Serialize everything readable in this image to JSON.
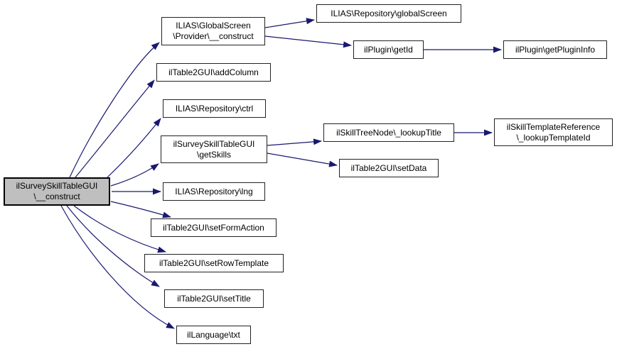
{
  "diagram": {
    "type": "call-graph",
    "colors": {
      "edge": "#191970",
      "node_border": "#222222",
      "node_fill": "#ffffff",
      "root_fill": "#bfbfbf",
      "text": "#000000",
      "background": "#ffffff"
    },
    "nodes": [
      {
        "id": "root",
        "lines": [
          "ilSurveySkillTableGUI",
          "\\__construct"
        ]
      },
      {
        "id": "provider_construct",
        "lines": [
          "ILIAS\\GlobalScreen",
          "\\Provider\\__construct"
        ]
      },
      {
        "id": "global_screen",
        "lines": [
          "ILIAS\\Repository\\globalScreen"
        ]
      },
      {
        "id": "get_id",
        "lines": [
          "ilPlugin\\getId"
        ]
      },
      {
        "id": "get_plugin_info",
        "lines": [
          "ilPlugin\\getPluginInfo"
        ]
      },
      {
        "id": "add_column",
        "lines": [
          "ilTable2GUI\\addColumn"
        ]
      },
      {
        "id": "ctrl",
        "lines": [
          "ILIAS\\Repository\\ctrl"
        ]
      },
      {
        "id": "get_skills",
        "lines": [
          "ilSurveySkillTableGUI",
          "\\getSkills"
        ]
      },
      {
        "id": "lookup_title",
        "lines": [
          "ilSkillTreeNode\\_lookupTitle"
        ]
      },
      {
        "id": "lookup_template_id",
        "lines": [
          "ilSkillTemplateReference",
          "\\_lookupTemplateId"
        ]
      },
      {
        "id": "set_data",
        "lines": [
          "ilTable2GUI\\setData"
        ]
      },
      {
        "id": "lng",
        "lines": [
          "ILIAS\\Repository\\lng"
        ]
      },
      {
        "id": "set_form_action",
        "lines": [
          "ilTable2GUI\\setFormAction"
        ]
      },
      {
        "id": "set_row_template",
        "lines": [
          "ilTable2GUI\\setRowTemplate"
        ]
      },
      {
        "id": "set_title",
        "lines": [
          "ilTable2GUI\\setTitle"
        ]
      },
      {
        "id": "txt",
        "lines": [
          "ilLanguage\\txt"
        ]
      }
    ],
    "edges": [
      {
        "from": "ilSurveySkillTableGUI\\__construct",
        "to": "ILIAS\\GlobalScreen\\Provider\\__construct"
      },
      {
        "from": "ilSurveySkillTableGUI\\__construct",
        "to": "ilTable2GUI\\addColumn"
      },
      {
        "from": "ilSurveySkillTableGUI\\__construct",
        "to": "ILIAS\\Repository\\ctrl"
      },
      {
        "from": "ilSurveySkillTableGUI\\__construct",
        "to": "ilSurveySkillTableGUI\\getSkills"
      },
      {
        "from": "ilSurveySkillTableGUI\\__construct",
        "to": "ILIAS\\Repository\\lng"
      },
      {
        "from": "ilSurveySkillTableGUI\\__construct",
        "to": "ilTable2GUI\\setFormAction"
      },
      {
        "from": "ilSurveySkillTableGUI\\__construct",
        "to": "ilTable2GUI\\setRowTemplate"
      },
      {
        "from": "ilSurveySkillTableGUI\\__construct",
        "to": "ilTable2GUI\\setTitle"
      },
      {
        "from": "ilSurveySkillTableGUI\\__construct",
        "to": "ilLanguage\\txt"
      },
      {
        "from": "ILIAS\\GlobalScreen\\Provider\\__construct",
        "to": "ILIAS\\Repository\\globalScreen"
      },
      {
        "from": "ILIAS\\GlobalScreen\\Provider\\__construct",
        "to": "ilPlugin\\getId"
      },
      {
        "from": "ilPlugin\\getId",
        "to": "ilPlugin\\getPluginInfo"
      },
      {
        "from": "ilSurveySkillTableGUI\\getSkills",
        "to": "ilSkillTreeNode\\_lookupTitle"
      },
      {
        "from": "ilSurveySkillTableGUI\\getSkills",
        "to": "ilTable2GUI\\setData"
      },
      {
        "from": "ilSkillTreeNode\\_lookupTitle",
        "to": "ilSkillTemplateReference\\_lookupTemplateId"
      }
    ]
  }
}
